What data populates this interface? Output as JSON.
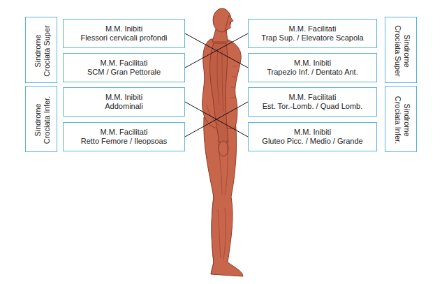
{
  "diagram": {
    "nodes": [
      {
        "text": [
          "Sindrome Crociata Super"
        ]
      },
      {
        "text": [
          "M.M. Inibiti",
          "Flessori cervicali profondi"
        ]
      },
      {
        "text": [
          "M.M. Facilitati",
          "Trap Sup. / Elevatore Scapola"
        ]
      },
      {
        "text": [
          "Sindrome Crociata Super"
        ]
      },
      {
        "text": [
          "M.M. Facilitati",
          "SCM / Gran Pettorale"
        ]
      },
      {
        "text": [
          "M.M. Inibiti",
          "Trapezio Inf. / Dentato Ant."
        ]
      },
      {
        "text": [
          "Sindrome Crociata Infer."
        ]
      },
      {
        "text": [
          "M.M. Inibiti",
          "Addominali"
        ]
      },
      {
        "text": [
          "M.M. Facilitati",
          "Est. Tor.-Lomb. / Quad Lomb."
        ]
      },
      {
        "text": [
          "Sindrome Crociata Infer."
        ]
      },
      {
        "text": [
          "M.M. Facilitati",
          "Retto Femore / Ileopsoas"
        ]
      },
      {
        "text": [
          "M.M. Inibiti",
          "Gluteo Picc. / Medio / Grande"
        ]
      }
    ],
    "edges": [
      {
        "from": 1,
        "to": 5,
        "arrow": "none"
      },
      {
        "from": 4,
        "to": 2,
        "arrow": "none"
      },
      {
        "from": 7,
        "to": 11,
        "arrow": "none"
      },
      {
        "from": 10,
        "to": 8,
        "arrow": "none"
      }
    ]
  }
}
